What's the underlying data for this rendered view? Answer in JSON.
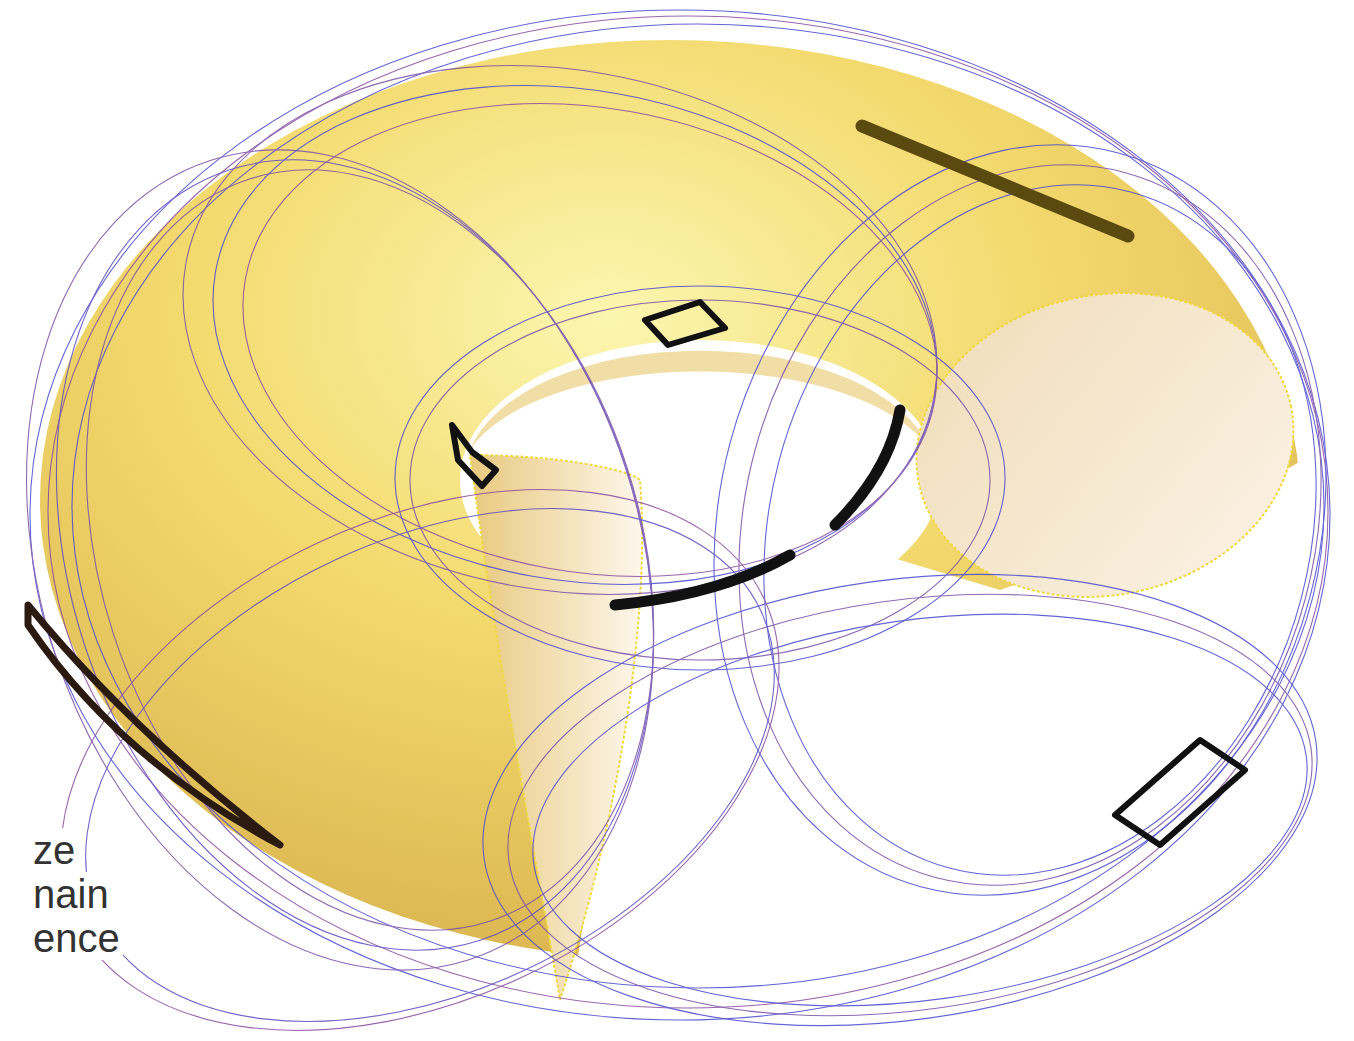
{
  "diagram": {
    "labels": [
      "ze",
      "nain",
      "ence"
    ]
  }
}
